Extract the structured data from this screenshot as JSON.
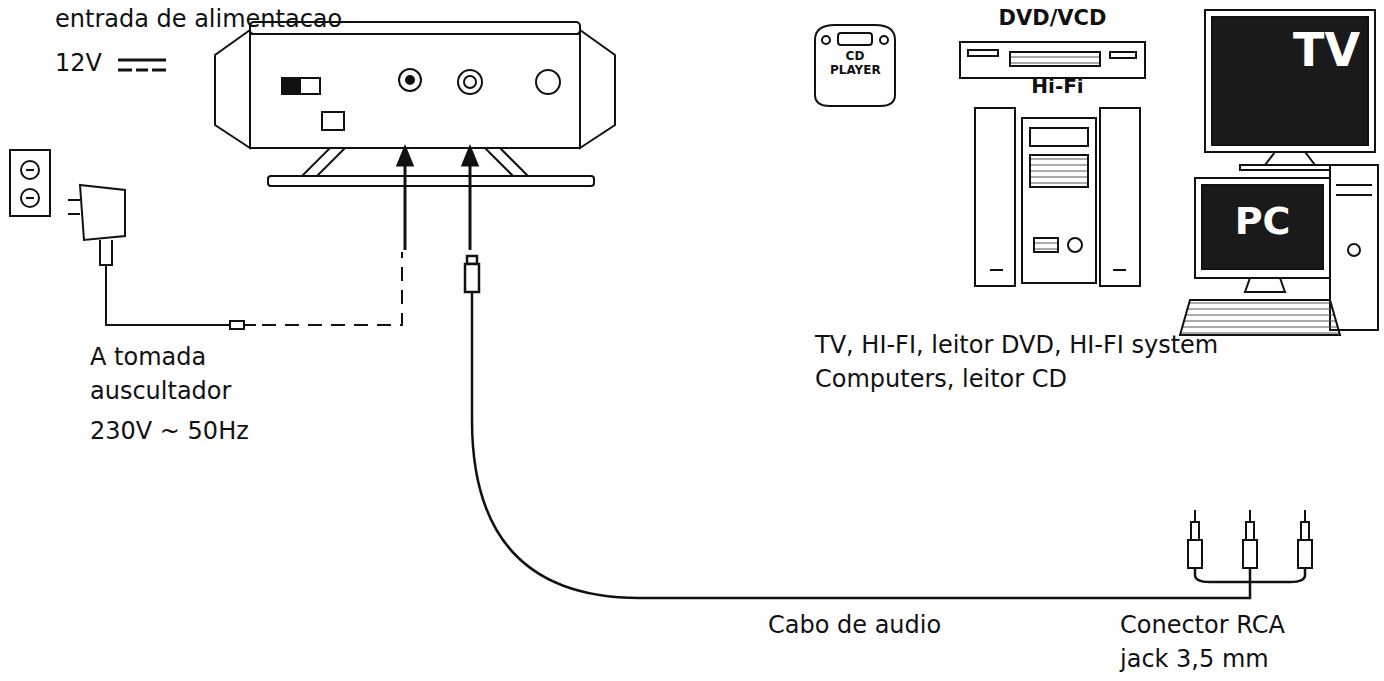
{
  "diagram": {
    "nodes": [
      {
        "text": [
          "CD PLAYER"
        ]
      },
      {
        "text": [
          "DVD/VCD"
        ]
      },
      {
        "text": [
          "TV"
        ]
      },
      {
        "text": [
          "Hi-Fi"
        ]
      },
      {
        "text": [
          "PC"
        ]
      }
    ],
    "labels": [
      "entrada de alimentacao",
      "12V",
      "A tomada auscultador",
      "230V ~ 50Hz",
      "TV, HI-FI, leitor DVD, HI-FI system Computers, leitor CD",
      "Cabo de audio",
      "Conector RCA jack 3,5 mm"
    ]
  }
}
